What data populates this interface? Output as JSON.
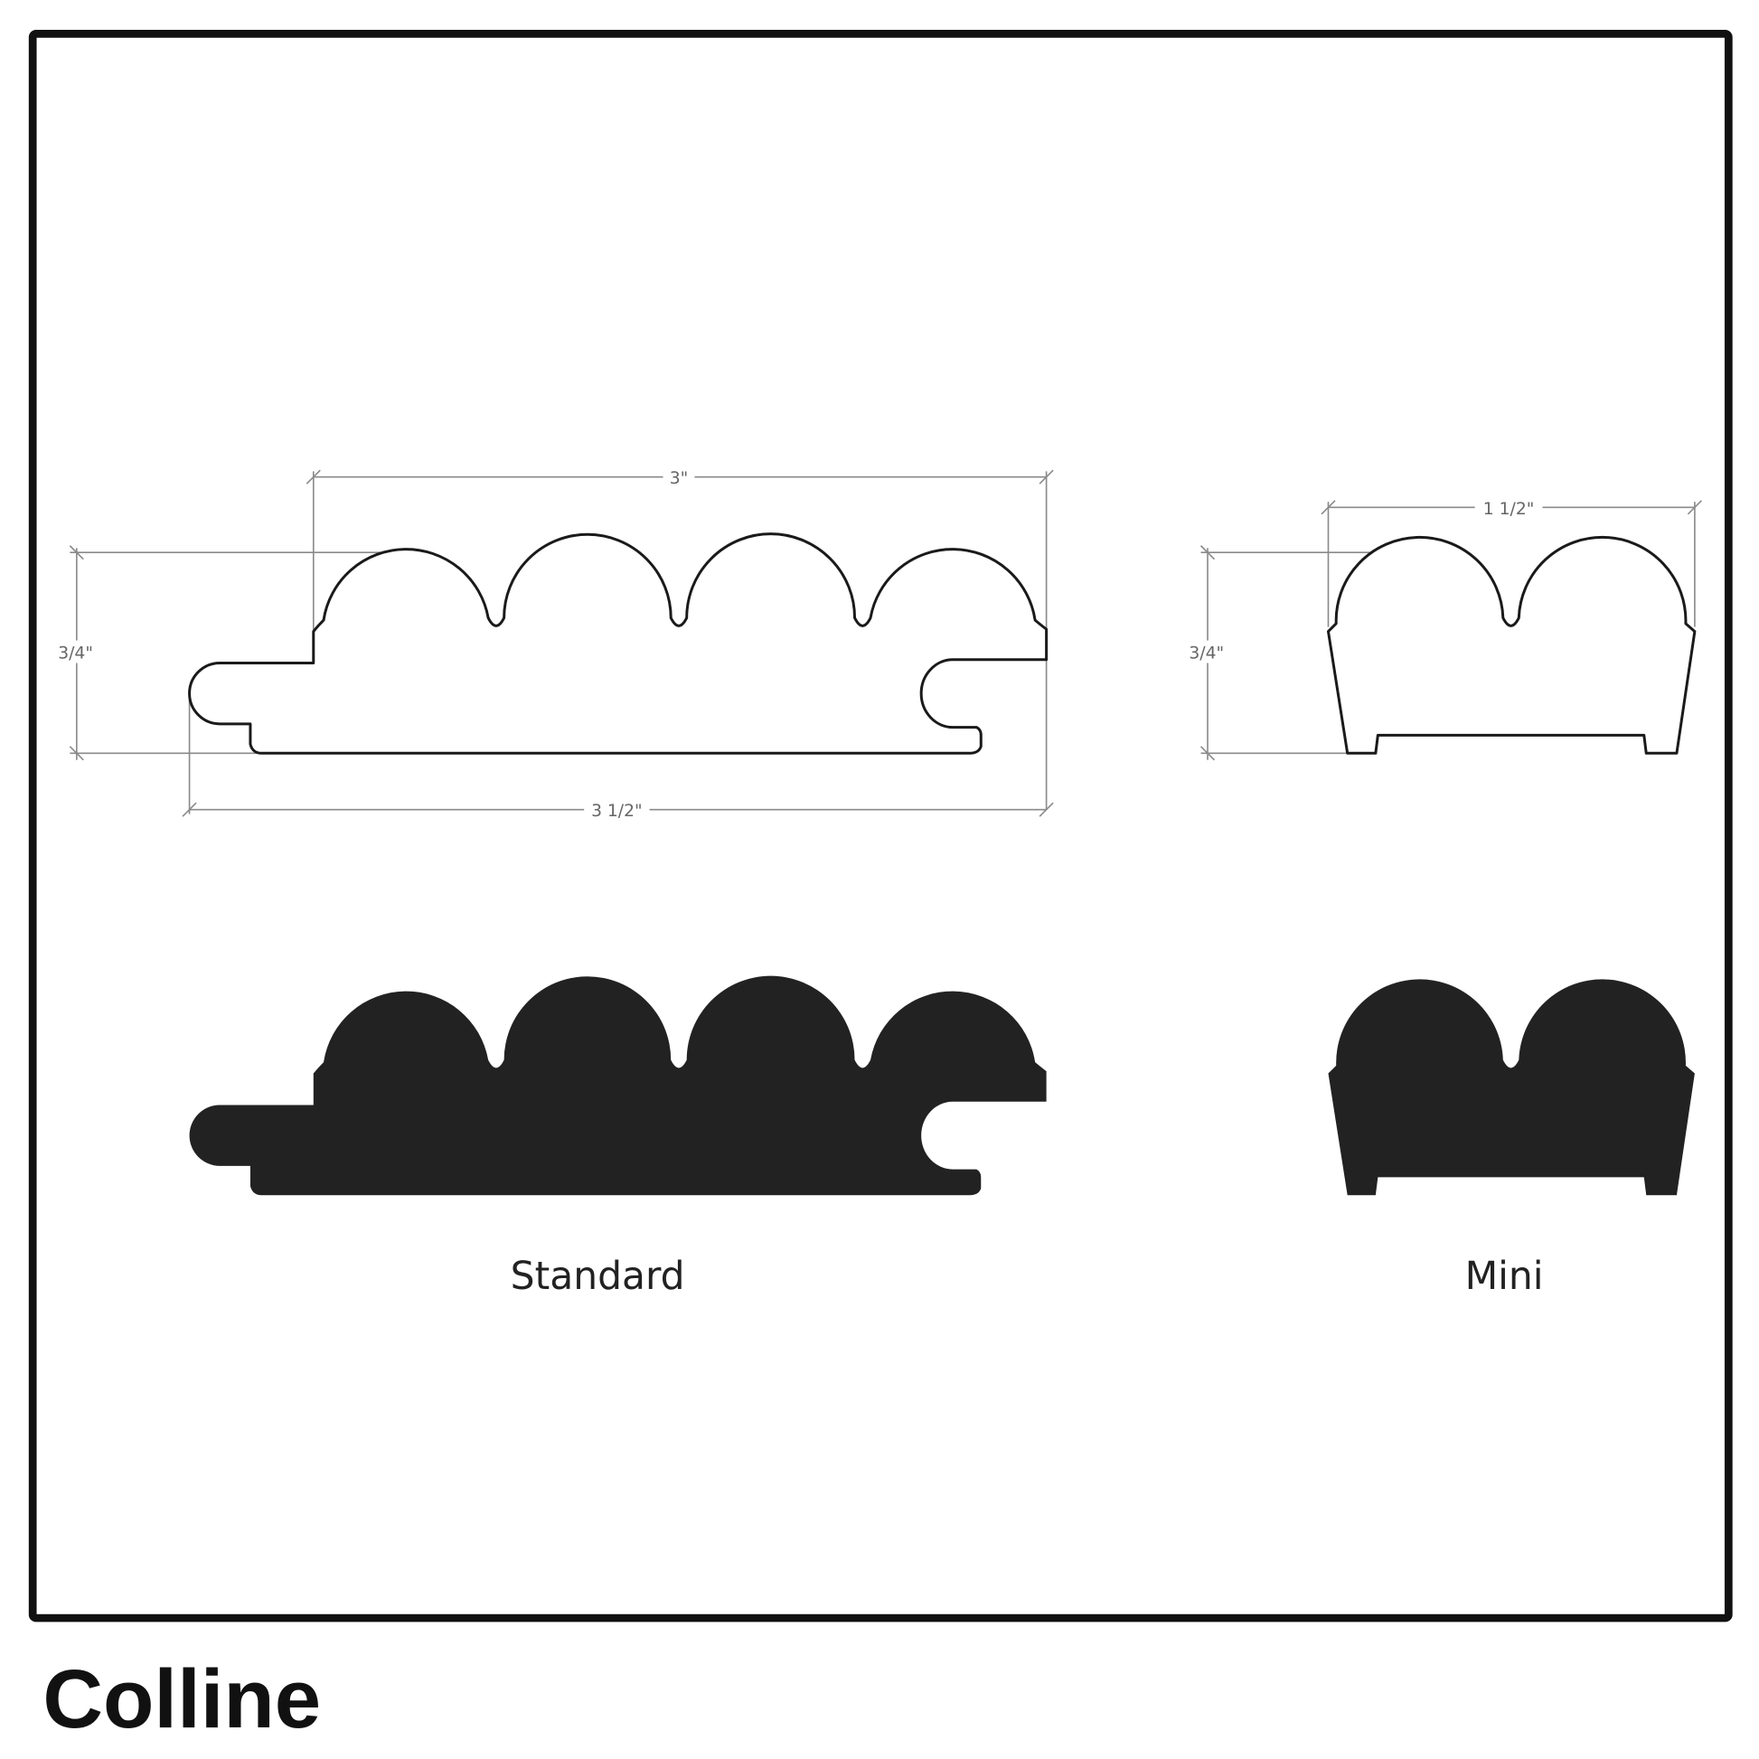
{
  "title": "Colline",
  "profiles": {
    "standard": {
      "label": "Standard",
      "dim_top": "3\"",
      "dim_bottom": "3 1/2\"",
      "dim_height": "3/4\""
    },
    "mini": {
      "label": "Mini",
      "dim_top": "1 1/2\"",
      "dim_height": "3/4\""
    }
  },
  "colors": {
    "frame": "#111111",
    "fill": "#222222",
    "dimension": "#8a8a8a"
  }
}
